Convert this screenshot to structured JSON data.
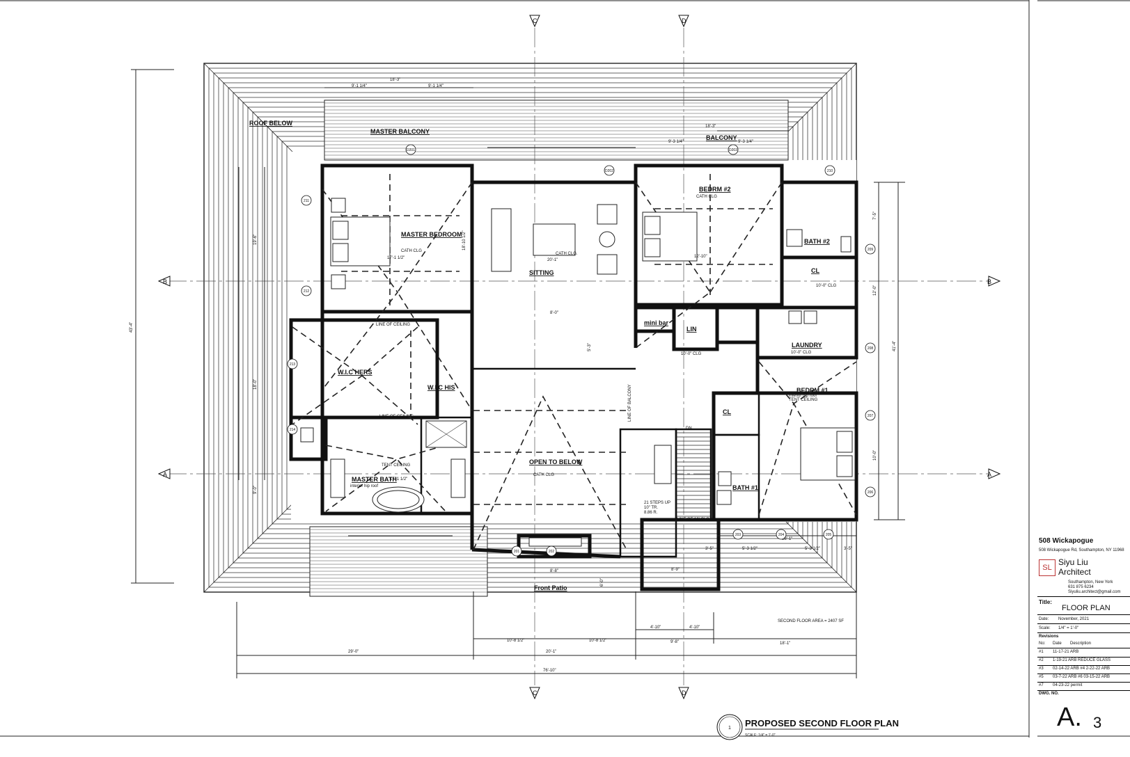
{
  "sheet": {
    "project_name": "508 Wickapogue",
    "project_address": "508 Wickapogue Rd, Southampton, NY 11968",
    "firm_name_line1": "Siyu Liu",
    "firm_name_line2": "Architect",
    "firm_city": "Southampton, New York",
    "firm_phone": "631 875 6234",
    "firm_email": "Siyuliu.architect@gmail.com",
    "title_label": "Title:",
    "title_value": "FLOOR PLAN",
    "date_label": "Date:",
    "date_value": "November, 2021",
    "scale_label": "Scale:",
    "scale_value": "1/4\" = 1'-0\"",
    "revisions_label": "Revisions",
    "rev_headers": [
      "No:",
      "Date",
      "Description"
    ],
    "revisions": [
      {
        "no": "#1",
        "text": "11-17-21   ARB"
      },
      {
        "no": "#2",
        "text": "1-19-21   ARB REDUCE GLASS"
      },
      {
        "no": "#3",
        "text": "02-14-22 ARB    #4  2-22-22 ARB"
      },
      {
        "no": "#5",
        "text": "03-7-22 ARB   #6  03-15-22 ARB"
      },
      {
        "no": "#7",
        "text": "04-23-22 permit"
      }
    ],
    "dwg_no_label": "DWG. NO.",
    "dwg_no_main": "A.",
    "dwg_no_sub": "3"
  },
  "plan": {
    "caption": "PROPOSED SECOND FLOOR PLAN",
    "caption_scale": "SCALE: 1/4\" = 1'-0\"",
    "caption_number": "1",
    "area_note": "SECOND FLOOR AREA = 2407 SF",
    "rooms": {
      "master_balcony": "MASTER BALCONY",
      "balcony": "BALCONY",
      "roof_below": "ROOF BELOW",
      "master_bedroom": "MASTER BEDROOM",
      "sitting": "SITTING",
      "bedrm2": "BEDRM #2",
      "bath2": "BATH #2",
      "cl1": "CL",
      "mini_bar": "mini bar",
      "lin": "LIN",
      "laundry": "LAUNDRY",
      "wic_hers": "W.I.C HERS",
      "wic_his": "W.I.C HIS",
      "bedrm1": "BEDRM #1",
      "cl2": "CL",
      "master_bath": "MASTER BATH",
      "open_to_below": "OPEN TO BELOW",
      "bath1": "BATH #1",
      "front_patio": "Front Patio"
    },
    "notes": {
      "cath_clg": "CATH CLG",
      "cath_clg2": "CATH CLG",
      "cath_clg3": "CATH CLG.",
      "cath_clg4": "CATH CLG",
      "line_of_ceiling": "LINE OF CEILING",
      "line_of_ceiling2": "LINE OF CEILING",
      "tent_ceiling": "TENT CEILING",
      "interior_hip": "interior hip roof",
      "bedrm1_note1": "interior hip roof",
      "bedrm1_note2": "TENT CEILING",
      "laundry_clg": "10'-0\" CLG",
      "cl_clg": "10'-0\" CLG",
      "lin_clg": "10'-0\" CLG",
      "stairs1": "21 STEPS UP",
      "stairs2": "10\" TR.",
      "stairs3": "8.86 R.",
      "dn": "DN",
      "line_of_10": "LINE OF 10' CLG",
      "line_of_balcony": "LINE OF BALCONY"
    },
    "dims": {
      "d_18_3": "18'-3\"",
      "d_9_1": "9'-1 1/4\"",
      "d_9_1b": "9'-1 1/4\"",
      "d_18_3b": "18'-3\"",
      "d_9_3": "9'-3 1/4\"",
      "d_9_3b": "9'-3 1/4\"",
      "d_20_1": "20'-1\"",
      "d_20_1b": "20'-1\"",
      "d_17_1": "17'-1 1/2\"",
      "d_17_1b": "17'-1 1/2\"",
      "d_13_10": "18'-10 1/2\"",
      "d_12_10": "12'-10\"",
      "d_10_8": "10'-8 1/2\"",
      "d_10_8b": "10'-8 1/2\"",
      "d_29_0": "29'-0\"",
      "d_76_10": "76'-10\"",
      "d_18_1": "18'-1\"",
      "d_18_1b": "18'-1\"",
      "d_9_8": "9'-8\"",
      "d_4_10": "4'-10\"",
      "d_4_10b": "4'-10\"",
      "d_8_0": "8'-0\"",
      "d_43_4": "43'-4\"",
      "d_41_4": "41'-4\"",
      "d_7_5": "7'-5\"",
      "d_12_0": "12'-0\"",
      "d_10_0": "10'-0\"",
      "d_5_3": "5'-3\"",
      "d_5_3b": "5'-3 1/2\"",
      "d_5_3c": "5'-3 1/2\"",
      "d_3_5": "3'-5\"",
      "d_3_5b": "3'-5\"",
      "d_8_9": "8'-9\"",
      "d_8_8": "8'-8\"",
      "d_6_0": "6'-0\"",
      "d_19_6": "19'-6\"",
      "d_18_0": "18'-0\"",
      "d_9_0": "9'-0\""
    },
    "sections": {
      "c_top": "C",
      "d_top": "D",
      "c_bot": "C",
      "d_bot": "D",
      "b_left": "B",
      "b_right": "B",
      "a_left": "A",
      "a_right": "A"
    },
    "tags": {
      "t201": "201",
      "t202": "202",
      "t203": "203",
      "t204": "204",
      "t205": "205",
      "t206": "206",
      "t207": "207",
      "t208": "208",
      "t209": "209",
      "t210": "210",
      "t211": "211",
      "t212": "212",
      "t213": "213",
      "t214": "214",
      "t1201": "D201",
      "t1202": "D202",
      "t1203": "D203"
    }
  }
}
